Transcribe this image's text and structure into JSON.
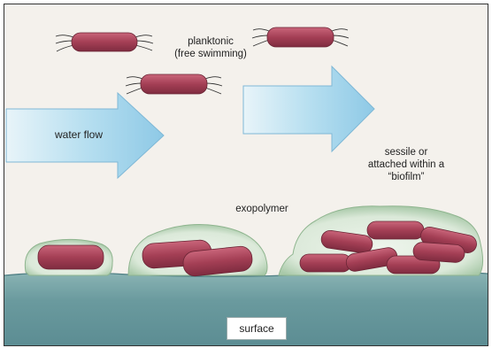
{
  "labels": {
    "planktonic": "planktonic",
    "free_swimming": "(free swimming)",
    "water_flow": "water flow",
    "sessile_line1": "sessile or",
    "sessile_line2": "attached within a",
    "sessile_line3": "“biofilm”",
    "exopolymer": "exopolymer",
    "surface": "surface"
  },
  "colors": {
    "bacteria": "#a8475a",
    "arrow": "#a9d8ec",
    "biofilm": "#d8e8d8",
    "surface": "#6f9ea2"
  },
  "icons": {
    "bacterium": "rod-shaped bacterium with flagella",
    "arrow": "flow-direction arrow"
  }
}
